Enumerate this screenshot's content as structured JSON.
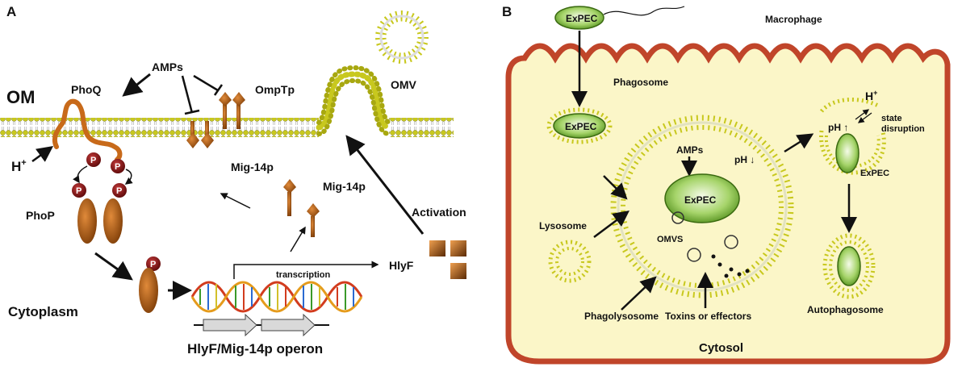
{
  "panel_a": {
    "panel_label": "A",
    "om": "OM",
    "amps": "AMPs",
    "phoq": "PhoQ",
    "omptp": "OmpTp",
    "omv": "OMV",
    "h_plus": "H",
    "h_plus_sup": "+",
    "phosphate": "P",
    "phop": "PhoP",
    "mig14p_left": "Mig-14p",
    "mig14p_right": "Mig-14p",
    "activation": "Activation",
    "transcription": "transcription",
    "hlyf": "HlyF",
    "cytoplasm": "Cytoplasm",
    "operon": "HlyF/Mig-14p operon"
  },
  "panel_b": {
    "panel_label": "B",
    "macrophage": "Macrophage",
    "exp_outside": "ExPEC",
    "phagosome": "Phagosome",
    "exp_phagosome": "ExPEC",
    "amps": "AMPs",
    "ph_down": "pH ↓",
    "exp_center": "ExPEC",
    "h_plus": "H",
    "h_plus_sup": "+",
    "state": "state",
    "disruption": "disruption",
    "ph_up": "pH ↑",
    "exp_right": "ExPEC",
    "lysosome": "Lysosome",
    "omvs": "OMVS",
    "phagolysosome": "Phagolysosome",
    "toxins": "Toxins or effectors",
    "autophagosome": "Autophagosome",
    "cytosol": "Cytosol"
  },
  "colors": {
    "membrane_bead": "#c8c81e",
    "protein_brown": "#b45a0a",
    "phospho_red": "#8b1010",
    "cell_fill": "#fbf6c8",
    "cell_border": "#c0452a",
    "exp_green": "#8dc63f"
  }
}
